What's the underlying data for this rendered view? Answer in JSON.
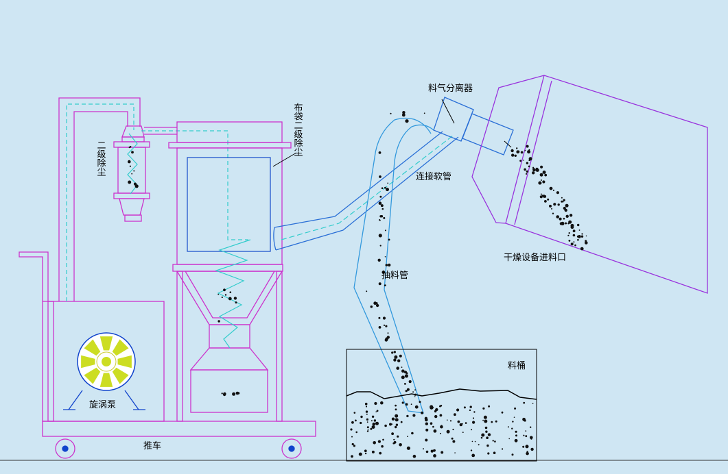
{
  "labels": {
    "separator": "料气分离器",
    "bag_filter": "布袋二级除尘",
    "secondary_dust": "二级除尘",
    "hose": "连接软管",
    "dryer_inlet": "干燥设备进料口",
    "suction_pipe": "抽料管",
    "bucket": "料桶",
    "pump": "旋涡泵",
    "cart": "推车"
  },
  "colors": {
    "background": "#cfe6f3",
    "frame": "#cc33cc",
    "pipe": "#2a6fd6",
    "suction": "#3399dd",
    "airflow": "#33cccc",
    "impeller": "#ccdd22",
    "dryer": "#9933dd",
    "wheel": "#1144cc"
  }
}
